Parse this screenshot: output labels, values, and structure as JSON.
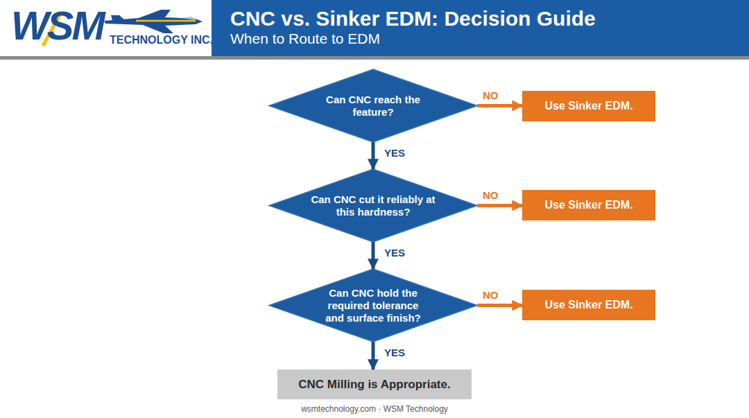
{
  "diagram": {
    "title": "CNC vs. Sinker EDM: Decision Guide",
    "nodes": [
      {
        "text": [
          "Can CNC reach the feature?"
        ]
      },
      {
        "text": [
          "Use Sinker EDM."
        ]
      },
      {
        "text": [
          "Can CNC cut it reliably at this hardness?"
        ]
      },
      {
        "text": [
          "Use Sinker EDM."
        ]
      },
      {
        "text": [
          "Can CNC hold the required tolerance and surface finish?"
        ]
      },
      {
        "text": [
          "Use Sinker EDM."
        ]
      },
      {
        "text": [
          "CNC Milling is Appropriate."
        ]
      }
    ],
    "edges": [
      {
        "from": 0,
        "to": 1,
        "label": "NO",
        "arrow": "to"
      },
      {
        "from": 0,
        "to": 2,
        "label": "YES",
        "arrow": "to"
      },
      {
        "from": 2,
        "to": 3,
        "label": "NO",
        "arrow": "to"
      },
      {
        "from": 2,
        "to": 4,
        "label": "YES",
        "arrow": "to"
      },
      {
        "from": 4,
        "to": 5,
        "label": "NO",
        "arrow": "to"
      },
      {
        "from": 4,
        "to": 6,
        "label": "YES",
        "arrow": "to"
      }
    ],
    "labels": [
      "When to Route to EDM",
      "WSM",
      "TECHNOLOGY INC.",
      "wsmtechnology.com · WSM Technology"
    ]
  }
}
